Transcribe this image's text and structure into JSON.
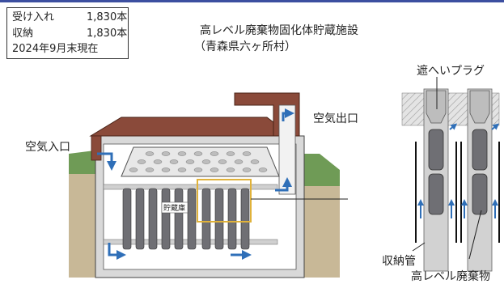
{
  "colors": {
    "accent_line": "#3c4fa0",
    "ground": "#c8b897",
    "grass": "#6f9b56",
    "roof": "#8a4a3a",
    "concrete": "#d9d9d9",
    "canister": "#6f6f74",
    "plug": "#cfcfcf",
    "arrow": "#2f6fb8",
    "highlight": "#e0b23a"
  },
  "info": {
    "received_label": "受け入れ",
    "received_value": "1,830本",
    "stored_label": "収納",
    "stored_value": "1,830本",
    "as_of": "2024年9月末現在"
  },
  "title": {
    "line1": "高レベル廃棄物固化体貯蔵施設",
    "line2": "（青森県六ヶ所村）"
  },
  "labels": {
    "air_inlet": "空気入口",
    "air_outlet": "空気出口",
    "storage_pit": "貯蔵庫",
    "shield_plug": "遮へいプラグ",
    "storage_tube": "収納管",
    "hlw": "高レベル廃棄物"
  },
  "icons": [
    "air-flow-arrow-icon"
  ]
}
